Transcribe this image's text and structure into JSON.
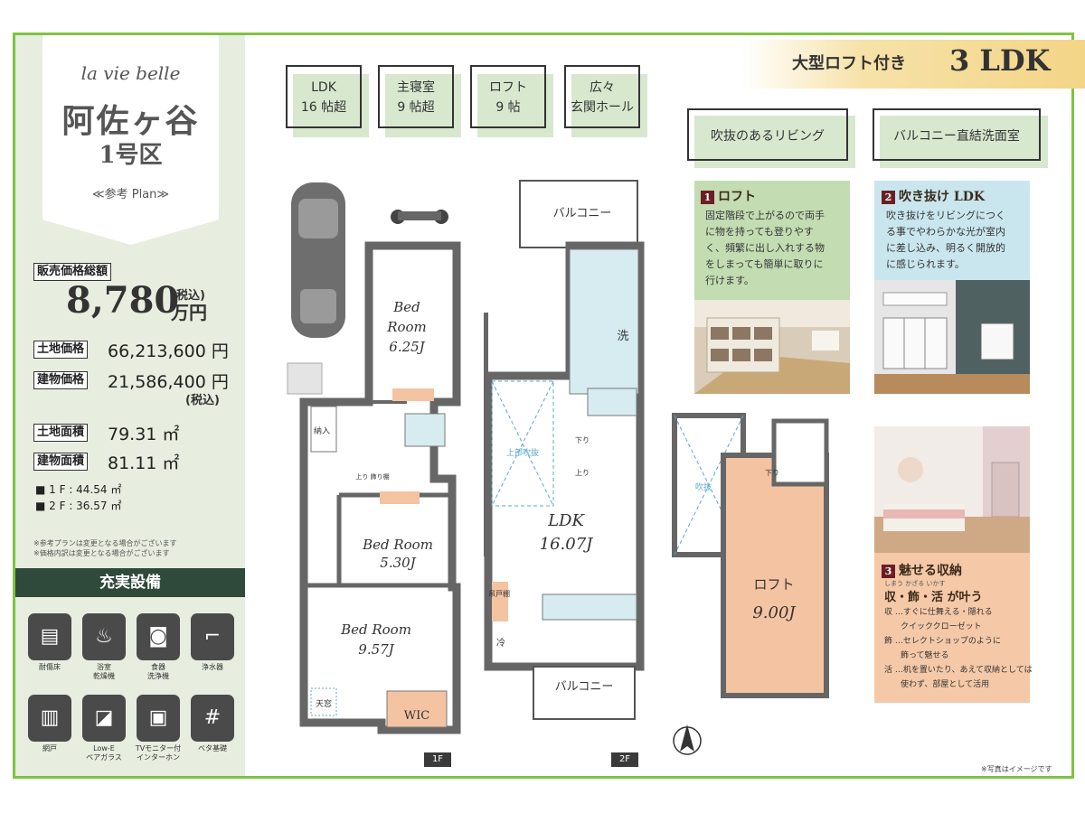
{
  "brand": "la vie belle",
  "area_name": "阿佐ヶ谷",
  "area_sub": "1号区",
  "ref_plan": "≪参考 Plan≫",
  "price": {
    "label": "販売価格総額",
    "value": "8,780",
    "tax": "(税込)",
    "unit": "万円"
  },
  "land_price": {
    "label": "土地価格",
    "value": "66,213,600 円"
  },
  "building_price": {
    "label": "建物価格",
    "value": "21,586,400 円",
    "tax": "(税込)"
  },
  "land_area": {
    "label": "土地面積",
    "value": "79.31 ㎡"
  },
  "building_area": {
    "label": "建物面積",
    "value": "81.11 ㎡"
  },
  "floor1": "■ 1 F : 44.54 ㎡",
  "floor2": "■ 2 F : 36.57 ㎡",
  "notes": [
    "※参考プランは変更となる場合がございます",
    "※価格内訳は変更となる場合がございます"
  ],
  "equipment_title": "充実設備",
  "equipment": [
    {
      "icon": "flooring-icon",
      "label": "耐傷床"
    },
    {
      "icon": "dryer-icon",
      "label": "浴室\n乾燥機"
    },
    {
      "icon": "dishwasher-icon",
      "label": "食器\n洗浄機"
    },
    {
      "icon": "faucet-icon",
      "label": "浄水器"
    },
    {
      "icon": "screen-door-icon",
      "label": "網戸"
    },
    {
      "icon": "window-icon",
      "label": "Low-E\nペアガラス"
    },
    {
      "icon": "intercom-icon",
      "label": "TVモニター付\nインターホン"
    },
    {
      "icon": "foundation-icon",
      "label": "ベタ基礎"
    }
  ],
  "features": [
    {
      "line1": "LDK",
      "line2": "16 帖超"
    },
    {
      "line1": "主寝室",
      "line2": "9 帖超"
    },
    {
      "line1": "ロフト",
      "line2": "9 帖"
    },
    {
      "line1": "広々",
      "line2": "玄関ホール"
    }
  ],
  "features2": [
    "吹抜のあるリビング",
    "バルコニー直結洗面室"
  ],
  "headline": {
    "small": "大型ロフト付き",
    "big": "3 LDK"
  },
  "cards": [
    {
      "num": "1",
      "title": "ロフト",
      "body": [
        "固定階段で上がるので両手",
        "に物を持っても登りやす",
        "く、頻繁に出し入れする物",
        "をしまっても簡単に取りに",
        "行けます。"
      ]
    },
    {
      "num": "2",
      "title": "吹き抜け LDK",
      "body": [
        "吹き抜けをリビングにつく",
        "る事でやわらかな光が室内",
        "に差し込み、明るく開放的",
        "に感じられます。"
      ]
    },
    {
      "num": "3",
      "title": "魅せる収納",
      "ruby": "しまう かざる いかす",
      "subtitle": "収・飾・活 が叶う",
      "body": [
        "収 …すぐに仕舞える・隠れる",
        "　　クイッククローゼット",
        "飾 …セレクトショップのように",
        "　　飾って魅せる",
        "活 …机を置いたり、あえて収納としては",
        "　　使わず、部屋として活用"
      ]
    }
  ],
  "plan1": {
    "bed1": {
      "name": "Bed\nRoom",
      "size": "6.25J"
    },
    "bed2": {
      "name": "Bed Room",
      "size": "5.30J"
    },
    "bed3": {
      "name": "Bed Room",
      "size": "9.57J"
    },
    "storage": "納\n入",
    "shelf": "上り\n飾り棚",
    "wic": "WIC",
    "skylight": "天窓",
    "floor_tag": "1F"
  },
  "plan2": {
    "balcony_top": "バルコニー",
    "balcony_bottom": "バルコニー",
    "laundry": "洗",
    "void": "上部吹抜",
    "ldk": "LDK",
    "ldk_size": "16.07J",
    "down": "下り",
    "up": "上り",
    "cabinet": "吊戸\n棚",
    "fridge": "冷",
    "floor_tag": "2F"
  },
  "plan3": {
    "void": "吹抜",
    "down": "下り",
    "loft": "ロフト",
    "loft_size": "9.00J"
  },
  "footnote": "※写真はイメージです"
}
